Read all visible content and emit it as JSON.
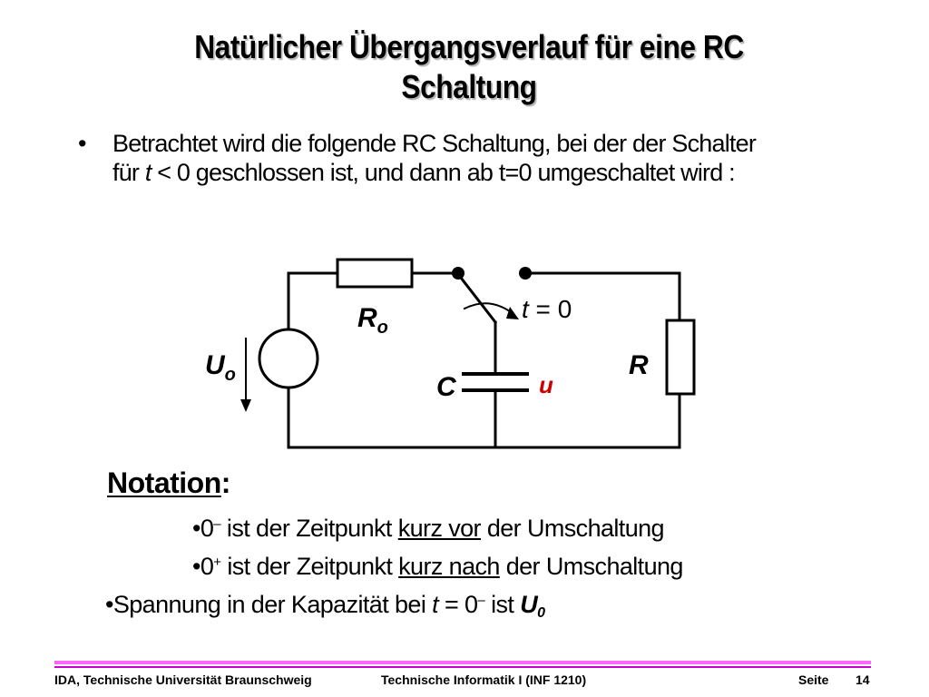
{
  "title": {
    "line1": "Natürlicher Übergangsverlauf für eine RC",
    "line2": "Schaltung"
  },
  "intro": {
    "bullet": "•",
    "line1": "Betrachtet wird die folgende RC Schaltung, bei der der Schalter",
    "line2_pre": "für ",
    "line2_t": "t",
    "line2_post": " < 0 geschlossen ist, und dann ab t=0 umgeschaltet wird :"
  },
  "circuit": {
    "label_R0_main": "R",
    "label_R0_sub": "o",
    "label_U0_main": "U",
    "label_U0_sub": "o",
    "label_C": "C",
    "label_u": "u",
    "label_R": "R",
    "label_t": "t",
    "label_t_rest": " = 0",
    "colors": {
      "wire": "#000000",
      "u_label": "#cc0000"
    }
  },
  "notation": {
    "heading": "Notation",
    "colon": ":",
    "items": [
      {
        "bullet": "•",
        "sym": "0",
        "sup": "–",
        "pre": "  ist der Zeitpunkt ",
        "ul": "kurz vor",
        "post": " der Umschaltung"
      },
      {
        "bullet": "•",
        "sym": "0",
        "sup": "+",
        "pre": "  ist der Zeitpunkt ",
        "ul": "kurz nach",
        "post": " der Umschaltung"
      }
    ],
    "voltage": {
      "pre": "•Spannung in der Kapazität bei ",
      "t": "t",
      "mid": " = 0",
      "sup": "–",
      "post": "  ist  ",
      "U": "U",
      "U_sub": "0"
    }
  },
  "footer": {
    "left": "IDA, Technische Universität Braunschweig",
    "center": "Technische Informatik I (INF 1210)",
    "seite": "Seite",
    "page": "14",
    "colors": {
      "line1": "#ff66ff",
      "line2": "#cc00cc"
    }
  }
}
